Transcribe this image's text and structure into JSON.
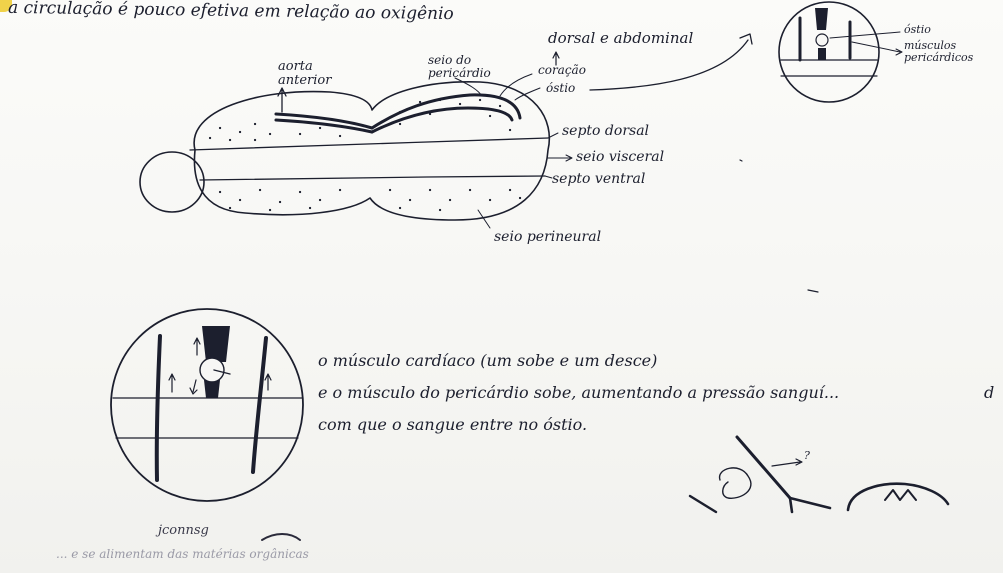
{
  "notes": {
    "top_line": "a circulação é pouco efetiva em relação ao oxigênio",
    "lines_bottom": [
      "o músculo cardíaco (um sobe e um desce)",
      "e o músculo do pericárdio sobe, aumentando a pressão sanguí...",
      "com que o sangue entre no óstio."
    ],
    "bottom_right_d": "d",
    "bottom_faint_1": "jconnsg",
    "bottom_faint_2": "... e se alimentam das matérias orgânicas"
  },
  "labels": {
    "dorsal_abdominal": "dorsal e abdominal",
    "aorta_anterior": "aorta anterior",
    "seio_pericardico": "seio do pericárdio",
    "coracao": "coração",
    "ostio": "óstio",
    "septo_dorsal": "septo dorsal",
    "seio_visceral": "seio visceral",
    "septo_ventral": "septo ventral",
    "seio_perineural": "seio perineural",
    "inset_ostio": "óstio",
    "inset_musculos": "músculos pericárdicos",
    "bottom_right_label": "?"
  }
}
